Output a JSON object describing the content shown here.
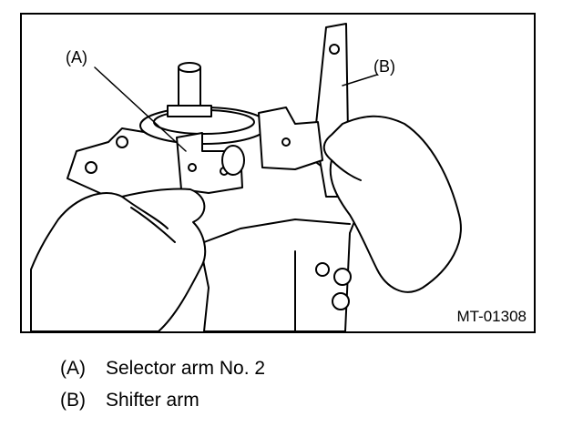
{
  "figure": {
    "callouts": {
      "a": "(A)",
      "b": "(B)"
    },
    "reference_code": "MT-01308"
  },
  "legend": [
    {
      "key": "(A)",
      "text": "Selector arm No. 2"
    },
    {
      "key": "(B)",
      "text": "Shifter arm"
    }
  ]
}
